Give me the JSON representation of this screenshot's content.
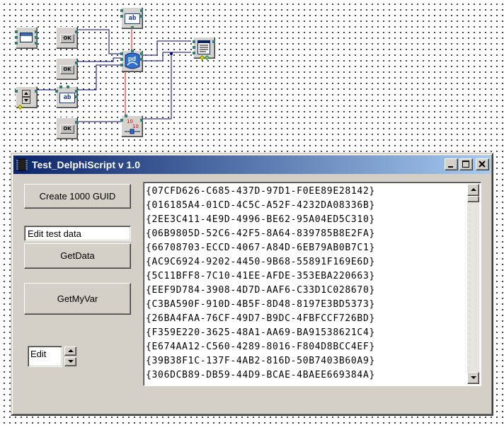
{
  "canvas": {
    "components": [
      {
        "id": "form-component",
        "icon": "form-icon"
      },
      {
        "id": "ok-button-1",
        "label": "OK"
      },
      {
        "id": "ok-button-2",
        "label": "OK"
      },
      {
        "id": "ok-button-3",
        "label": "OK"
      },
      {
        "id": "edit-component-top",
        "label": "ab"
      },
      {
        "id": "edit-component-mid",
        "label": "ab"
      },
      {
        "id": "updown-component",
        "icon": "updown-icon"
      },
      {
        "id": "delphiscript-component",
        "label": "pd"
      },
      {
        "id": "memo-component",
        "icon": "memo-icon"
      },
      {
        "id": "guid-component",
        "label": "10"
      }
    ]
  },
  "window": {
    "title": "Test_DelphiScript v 1.0",
    "create_button": "Create 1000 GUID",
    "edit_text": "Edit test data",
    "getdata_button": "GetData",
    "getmyvar_button": "GetMyVar",
    "spin_value": "Edit",
    "list_items": [
      "{07CFD626-C685-437D-97D1-F0EE89E28142}",
      "{016185A4-01CD-4C5C-A52F-4232DA08336B}",
      "{2EE3C411-4E9D-4996-BE62-95A04ED5C310}",
      "{06B9805D-52C6-42F5-8A64-839785B8E2FA}",
      "{66708703-ECCD-4067-A84D-6EB79AB0B7C1}",
      "{AC9C6924-9202-4450-9B68-55891F169E6D}",
      "{5C11BFF8-7C10-41EE-AFDE-353EBA220663}",
      "{EEF9D784-3908-4D7D-AAF6-C33D1C028670}",
      "{C3BA590F-910D-4B5F-8D48-8197E3BD5373}",
      "{26BA4FAA-76CF-49D7-B9DC-4FBFCCF726BD}",
      "{F359E220-3625-48A1-AA69-BA91538621C4}",
      "{E674AA12-C560-4289-8016-F804D8BCC4EF}",
      "{39B38F1C-137F-4AB2-816D-50B7403B60A9}",
      "{306DCB89-DB59-44D9-BCAE-4BAEE669384A}"
    ]
  },
  "colors": {
    "titlebar_start": "#0a246a",
    "titlebar_end": "#a6caf0",
    "wire_blue": "#000080",
    "wire_red": "#ff0000",
    "face": "#d4d0c8"
  }
}
